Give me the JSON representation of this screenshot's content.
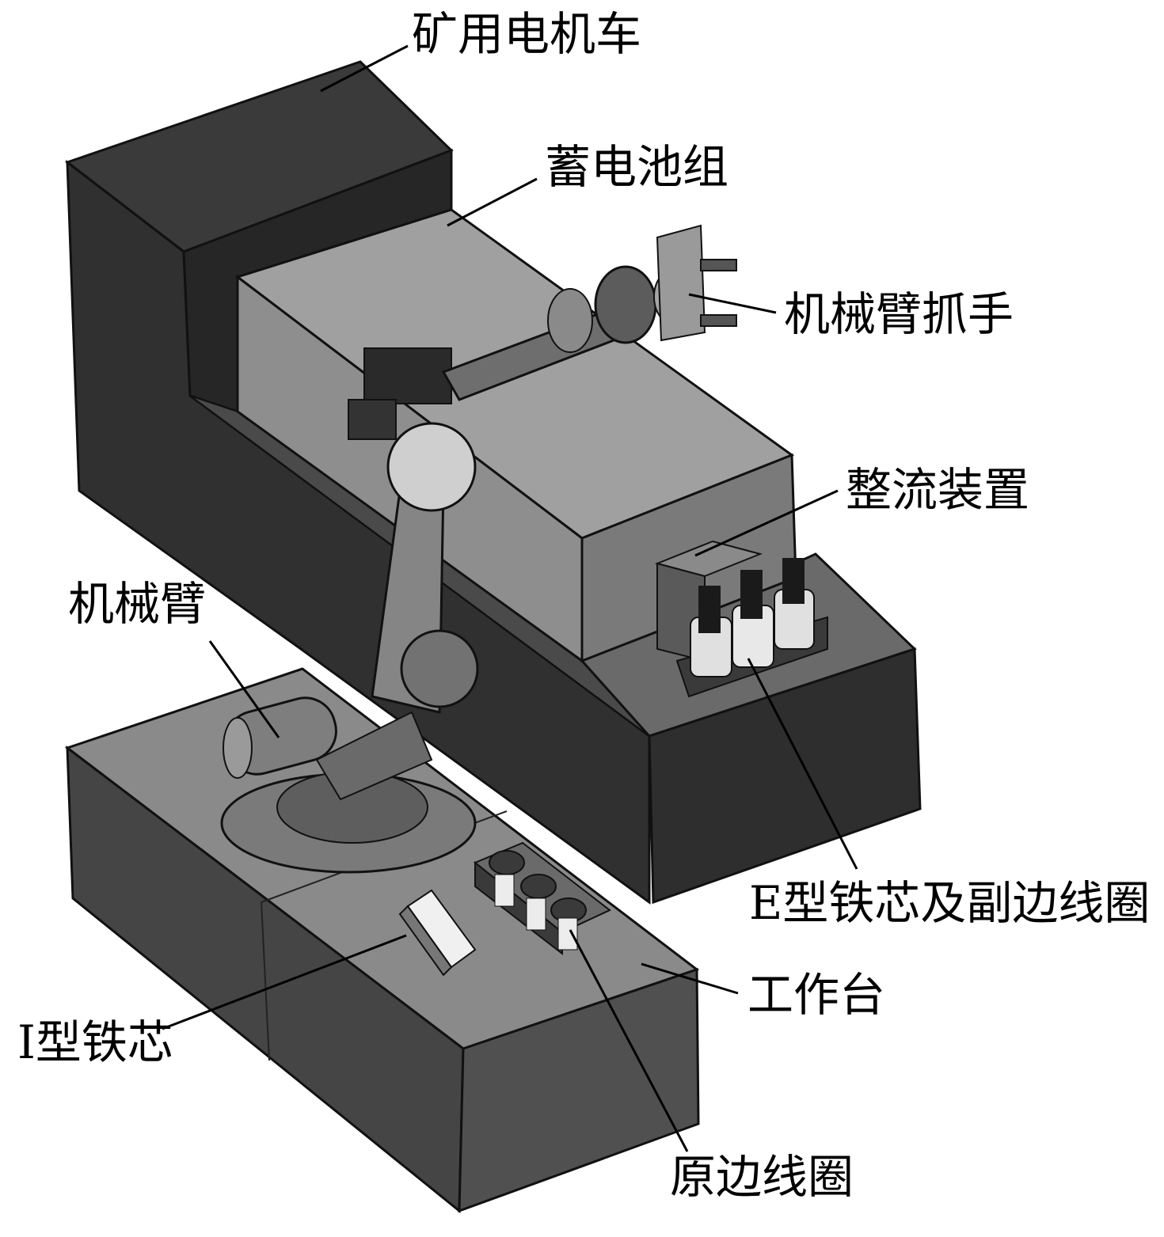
{
  "labels": {
    "locomotive": "矿用电机车",
    "battery": "蓄电池组",
    "gripper": "机械臂抓手",
    "rectifier": "整流装置",
    "robot_arm": "机械臂",
    "e_core": "E型铁芯及副边线圈",
    "workbench": "工作台",
    "i_core": "I型铁芯",
    "primary_coil": "原边线圈"
  }
}
